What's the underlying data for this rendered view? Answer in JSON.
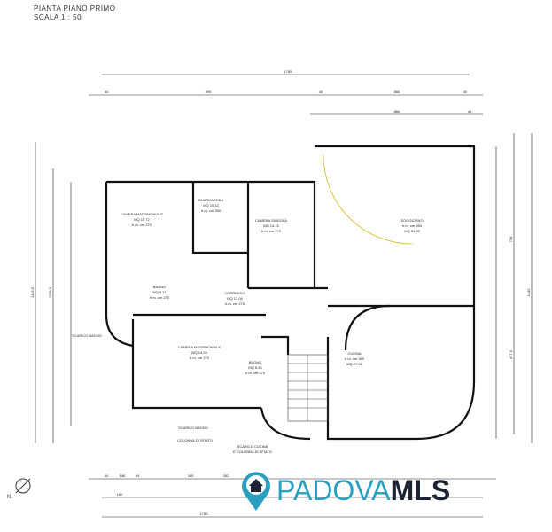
{
  "header": {
    "title": "PIANTA PIANO PRIMO",
    "scale": "SCALA  1 : 50"
  },
  "dimensions": {
    "top_total": "1785",
    "top_a": "44",
    "top_b": "899",
    "top_c": "40",
    "top_d": "866",
    "top_e": "40",
    "top_f": "866",
    "top_g": "44",
    "bottom_total": "1785",
    "bottom_a": "44",
    "bottom_b": "156",
    "bottom_c": "44",
    "bottom_d": "345",
    "bottom_e": "262",
    "bottom_f": "150",
    "left_a": "1146.5",
    "left_b": "1058.5",
    "right_a": "1440",
    "right_b": "758",
    "right_c": "417.5"
  },
  "rooms": [
    {
      "name": "CAMERA MATRIMONIALE",
      "area": "MQ 15.72",
      "height": "h.m. cm 270"
    },
    {
      "name": "GUARDAROBA",
      "area": "MQ 10.13",
      "height": "h.m. cm 280"
    },
    {
      "name": "CAMERA SINGOLA",
      "area": "MQ 14.15",
      "height": "h.m. cm 270"
    },
    {
      "name": "BAGNO",
      "area": "MQ 9.11",
      "height": "h.m. cm 270"
    },
    {
      "name": "CORRIDOIO",
      "area": "MQ 13.04",
      "height": "h.m. cm 270"
    },
    {
      "name": "CAMERA MATRIMONIALE",
      "area": "MQ 14.29",
      "height": "h.m. cm 270"
    },
    {
      "name": "BAGNO",
      "area": "MQ 6.50",
      "height": "h.m. cm 270"
    },
    {
      "name": "SOGGIORNO",
      "area": "MQ 51.28",
      "height": "h.m. cm 280"
    },
    {
      "name": "CUCINA",
      "area": "MQ 27.01",
      "height": "h.m. cm 280"
    }
  ],
  "notes": {
    "scarico_bagno": "SCARICO BAGNO",
    "colonna": "COLONNA DI SFIATO",
    "scarico_cucina": "SCARICO CUCINA",
    "colonna2": "E COLONNA DI SFIATO",
    "scarico_bagno_left": "SCARICO BAGNO"
  },
  "logo": {
    "text_light": "PADOVA",
    "text_bold": "MLS",
    "colors": {
      "light": "#2aa0c0",
      "dark": "#1b2233"
    }
  }
}
